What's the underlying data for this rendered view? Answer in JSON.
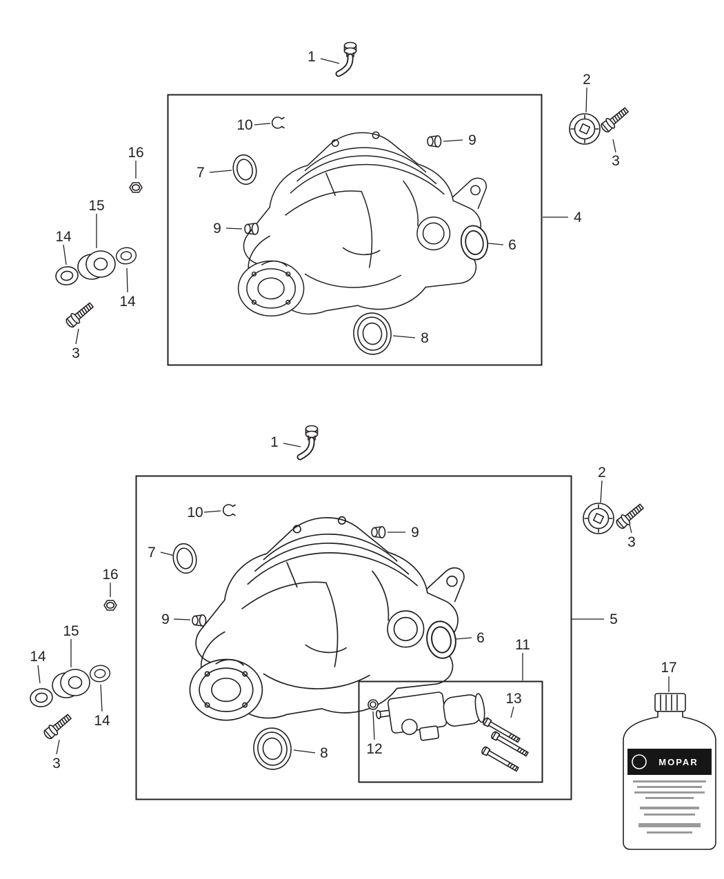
{
  "ink": "#231f20",
  "parts": {
    "1": "1",
    "2": "2",
    "3": "3",
    "4": "4",
    "5": "5",
    "6": "6",
    "7": "7",
    "8": "8",
    "9": "9",
    "10": "10",
    "11": "11",
    "12": "12",
    "13": "13",
    "14": "14",
    "15": "15",
    "16": "16",
    "17": "17"
  },
  "bottle": {
    "brand": "MOPAR"
  }
}
